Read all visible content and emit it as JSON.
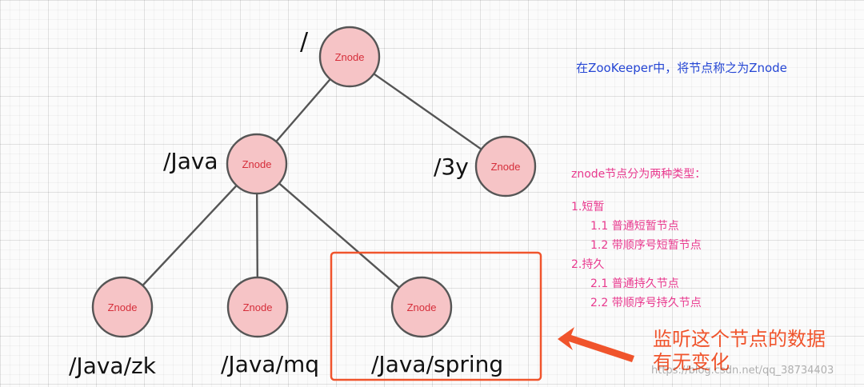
{
  "nodes": [
    {
      "id": "root",
      "circle_text": "Znode",
      "path": "/"
    },
    {
      "id": "java",
      "circle_text": "Znode",
      "path": "/Java"
    },
    {
      "id": "3y",
      "circle_text": "Znode",
      "path": "/3y"
    },
    {
      "id": "zk",
      "circle_text": "Znode",
      "path": "/Java/zk"
    },
    {
      "id": "mq",
      "circle_text": "Znode",
      "path": "/Java/mq"
    },
    {
      "id": "spring",
      "circle_text": "Znode",
      "path": "/Java/spring"
    }
  ],
  "edges": [
    {
      "from": "root",
      "to": "java"
    },
    {
      "from": "root",
      "to": "3y"
    },
    {
      "from": "java",
      "to": "zk"
    },
    {
      "from": "java",
      "to": "mq"
    },
    {
      "from": "java",
      "to": "spring"
    }
  ],
  "notes": {
    "znode_intro": "在ZooKeeper中，将节点称之为Znode",
    "types_title": "znode节点分为两种类型：",
    "types": [
      {
        "label": "1.短暂",
        "children": [
          "1.1 普通短暂节点",
          "1.2 带顺序号短暂节点"
        ]
      },
      {
        "label": "2.持久",
        "children": [
          "2.1 普通持久节点",
          "2.2  带顺序号持久节点"
        ]
      }
    ]
  },
  "callout": {
    "line1": "监听这个节点的数据",
    "line2": "有无变化",
    "target": "spring"
  },
  "watermark": "https://blog.csdn.net/qq_38734403",
  "colors": {
    "node_fill": "#f6c4c6",
    "node_text": "#d62e3a",
    "edge": "#555555",
    "note_blue": "#2546d4",
    "note_pink": "#e93a8f",
    "highlight": "#f0542c"
  }
}
